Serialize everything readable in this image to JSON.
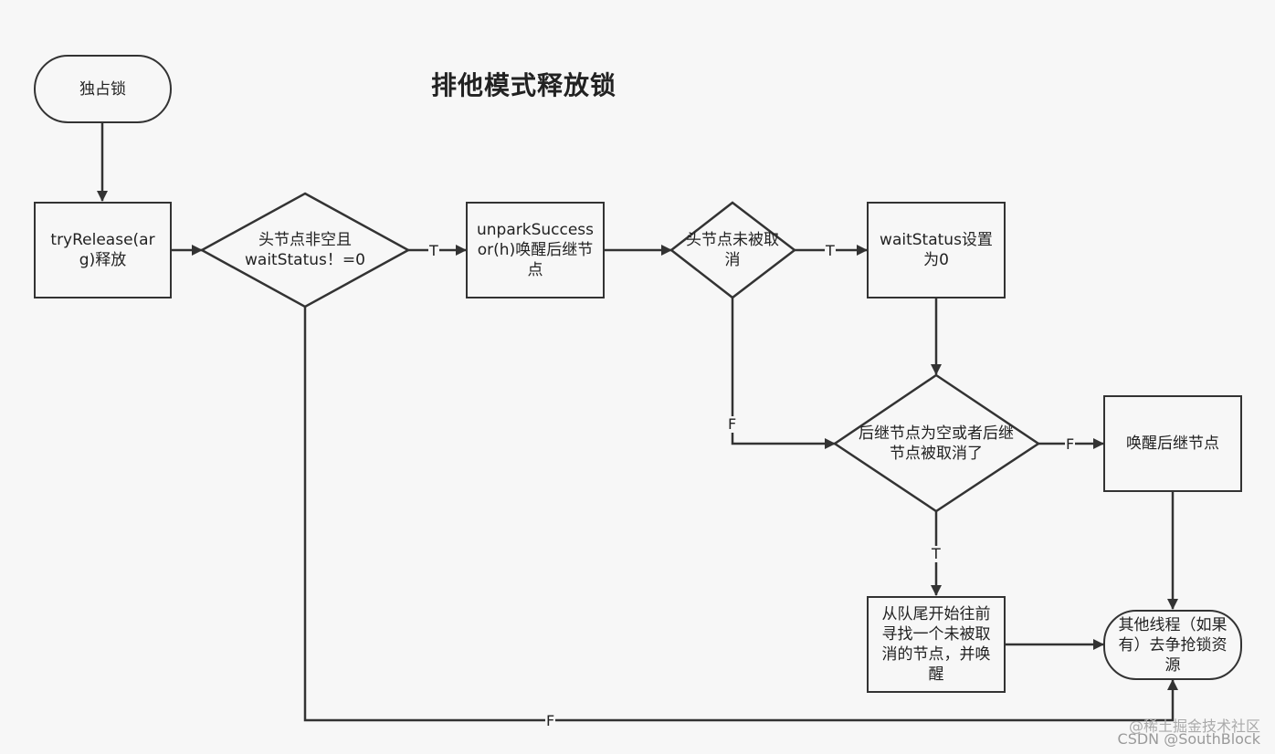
{
  "title": "排他模式释放锁",
  "nodes": {
    "start": "独占锁",
    "try_release": "tryRelease(arg)释放",
    "cond_head": "头节点非空且waitStatus！=0",
    "unpark": "unparkSuccessor(h)唤醒后继节点",
    "cond_cancel": "头节点未被取消",
    "set_status": "waitStatus设置为0",
    "cond_successor": "后继节点为空或者后继节点被取消了",
    "wake_successor": "唤醒后继节点",
    "search_tail": "从队尾开始往前寻找一个未被取消的节点，并唤醒",
    "end": "其他线程（如果有）去争抢锁资源"
  },
  "edge_labels": {
    "t1": "T",
    "t2": "T",
    "f1": "F",
    "f2": "F",
    "t3": "T",
    "f3": "F"
  },
  "watermarks": {
    "line1": "@稀土掘金技术社区",
    "line2": "CSDN @SouthBlock"
  }
}
